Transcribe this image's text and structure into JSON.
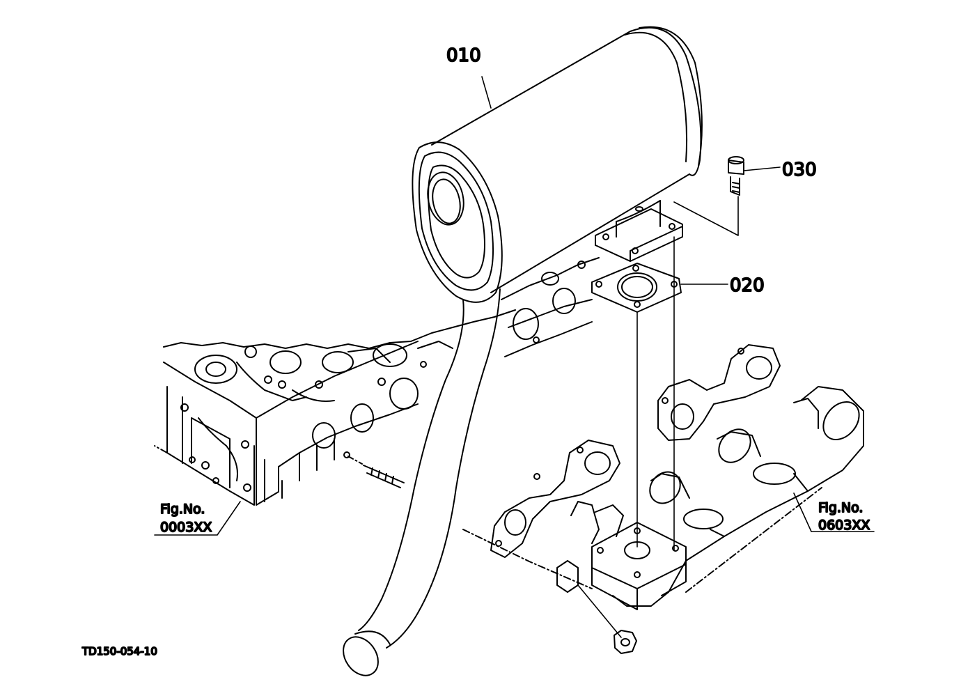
{
  "part_labels": {
    "muffler": "010",
    "gasket": "020",
    "bolt": "030"
  },
  "figure_refs": {
    "left": {
      "title": "Fig.No.",
      "number": "0003XX"
    },
    "right": {
      "title": "Fig.No.",
      "number": "0603XX"
    }
  },
  "drawing_code": "TD150-054-10",
  "colors": {
    "ink": "#000000",
    "paper": "#ffffff"
  }
}
